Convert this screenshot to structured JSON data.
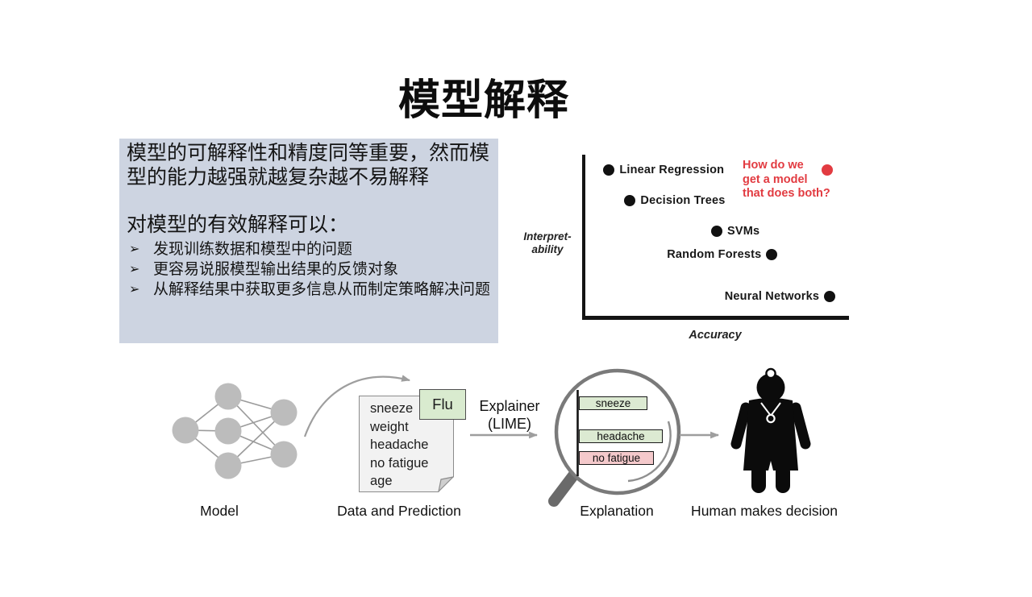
{
  "slide": {
    "title": "模型解释",
    "background": "#ffffff",
    "accent_red": "#e23b41",
    "textbox_background": "#cdd4e1"
  },
  "textbox": {
    "paragraph1": "模型的可解释性和精度同等重要，然而模型的能力越强就越复杂越不易解释",
    "paragraph2": "对模型的有效解释可以：",
    "bullet_glyph": "➢",
    "bullets": [
      "发现训练数据和模型中的问题",
      "更容易说服模型输出结果的反馈对象",
      "从解释结果中获取更多信息从而制定策略解决问题"
    ]
  },
  "chart_data": {
    "type": "scatter",
    "title": "",
    "xlabel": "Accuracy",
    "ylabel": "Interpret-\nability",
    "xlim": [
      0,
      1
    ],
    "ylim": [
      0,
      1
    ],
    "grid": false,
    "points": [
      {
        "label": "Linear Regression",
        "x": 0.09,
        "y": 0.91,
        "label_side": "right",
        "color": "#111111"
      },
      {
        "label": "Decision Trees",
        "x": 0.17,
        "y": 0.72,
        "label_side": "right",
        "color": "#111111"
      },
      {
        "label": "SVMs",
        "x": 0.5,
        "y": 0.53,
        "label_side": "right",
        "color": "#111111"
      },
      {
        "label": "Random Forests",
        "x": 0.71,
        "y": 0.38,
        "label_side": "left",
        "color": "#111111"
      },
      {
        "label": "Neural Networks",
        "x": 0.93,
        "y": 0.12,
        "label_side": "left",
        "color": "#111111"
      },
      {
        "label": "",
        "x": 0.92,
        "y": 0.91,
        "label_side": "none",
        "color": "#e23b41"
      }
    ],
    "annotation": {
      "text": "How do we\nget a model\nthat does both?",
      "color": "#e23b41"
    }
  },
  "flow": {
    "model_label": "Model",
    "note_text": "sneeze\nweight\nheadache\nno fatigue\nage",
    "prediction_label": "Flu",
    "data_prediction_label": "Data and Prediction",
    "explainer_label": "Explainer\n(LIME)",
    "explanation_label": "Explanation",
    "human_label": "Human makes decision",
    "explanation_bars": [
      {
        "label": "sneeze",
        "weight": 83,
        "color": "#dcead2",
        "border": "#1a1a1a"
      },
      {
        "label": "headache",
        "weight": 102,
        "color": "#dcead2",
        "border": "#1a1a1a"
      },
      {
        "label": "no fatigue",
        "weight": 91,
        "color": "#f4c9cb",
        "border": "#1a1a1a"
      }
    ]
  }
}
